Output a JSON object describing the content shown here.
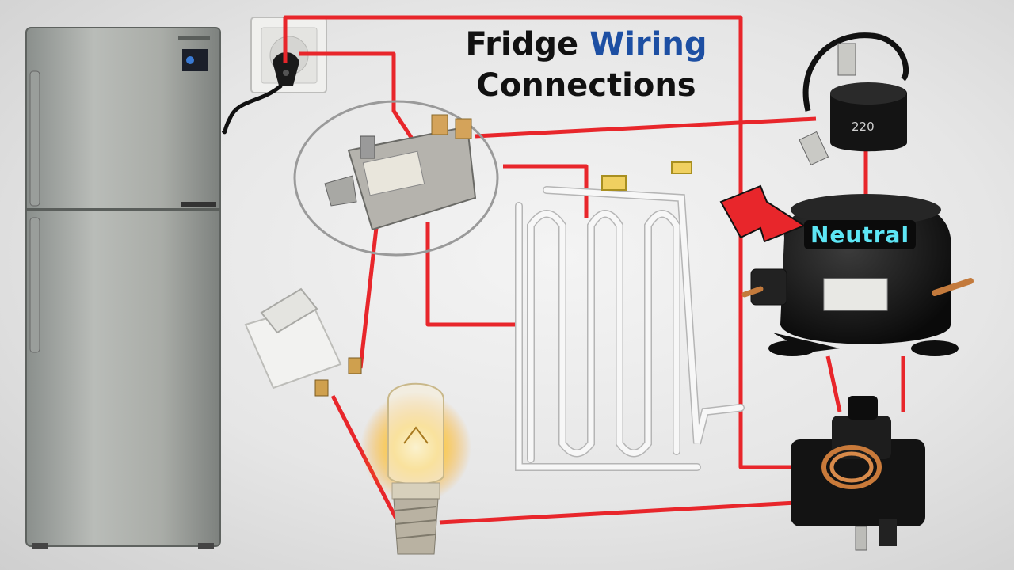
{
  "title": {
    "line1_prefix": "Fridge",
    "line1_accent": "Wiring",
    "line2": "Connections"
  },
  "labels": {
    "neutral": "Neutral",
    "relay_marking": "220"
  },
  "colors": {
    "wire": "#e8262b",
    "title_accent": "#1d4fa3",
    "neutral_text": "#5de6f5",
    "arrow": "#e8262b"
  },
  "components": [
    "refrigerator",
    "wall-socket",
    "plug",
    "thermostat",
    "evaporator-heater",
    "door-switch",
    "light-bulb",
    "overload-protector",
    "compressor",
    "ptc-relay"
  ]
}
